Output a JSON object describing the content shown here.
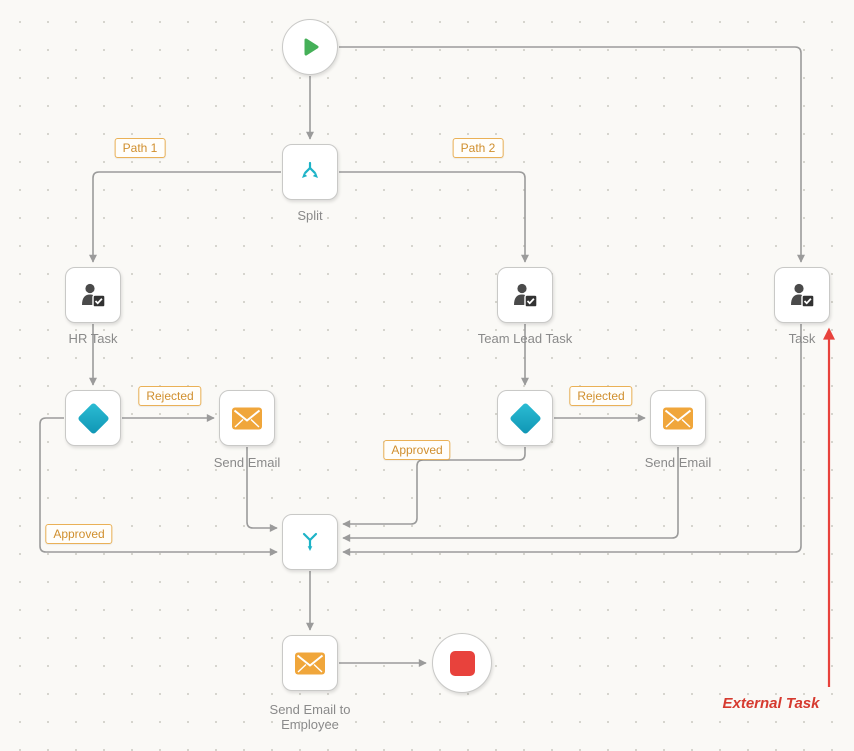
{
  "diagram": {
    "nodes": {
      "start": {
        "type": "start-event"
      },
      "split": {
        "type": "split-gateway",
        "label": "Split"
      },
      "hr_task": {
        "type": "user-task",
        "label": "HR Task"
      },
      "team_lead_task": {
        "type": "user-task",
        "label": "Team Lead Task"
      },
      "task": {
        "type": "user-task",
        "label": "Task"
      },
      "hr_decision": {
        "type": "exclusive-gateway"
      },
      "hr_send_email": {
        "type": "email-task",
        "label": "Send Email"
      },
      "team_decision": {
        "type": "exclusive-gateway"
      },
      "team_send_email": {
        "type": "email-task",
        "label": "Send Email"
      },
      "join": {
        "type": "join-gateway"
      },
      "send_email_to_employee": {
        "type": "email-task",
        "label": "Send Email to Employee"
      },
      "end": {
        "type": "end-event"
      }
    },
    "edge_labels": {
      "path_1": "Path 1",
      "path_2": "Path 2",
      "hr_rejected": "Rejected",
      "team_rejected": "Rejected",
      "hr_approved": "Approved",
      "team_approved": "Approved"
    },
    "annotations": {
      "external_task": "External Task"
    },
    "colors": {
      "teal": "#1db3c7",
      "orange": "#f0a63b",
      "green": "#45b058",
      "red": "#e8423c",
      "annotation_red": "#d63a2f",
      "connector_gray": "#9b9b9b",
      "badge_border": "#eab157",
      "badge_text": "#d08f2e",
      "node_label_text": "#8a8a8a"
    }
  }
}
